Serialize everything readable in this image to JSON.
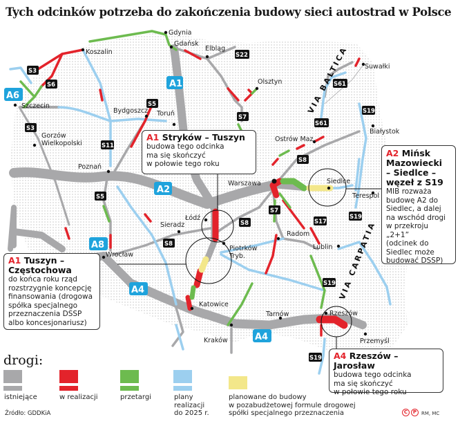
{
  "title": "Tych odcinków potrzeba do zakończenia budowy sieci autostrad w Polsce",
  "colors": {
    "existing": "#a8a8aa",
    "in_progress": "#e3232b",
    "tenders": "#6dbb4f",
    "planned_2025": "#9ccfef",
    "planned_special": "#f3e78a",
    "badge_autostrada": "#1fa3dc",
    "badge_s": "#111111"
  },
  "road_badges": {
    "a1": "A1",
    "a2": "A2",
    "a4_west": "A4",
    "a4_east": "A4",
    "a6": "A6",
    "a8": "A8",
    "s3_north": "S3",
    "s3_south": "S3",
    "s5_north": "S5",
    "s5_south": "S5",
    "s6": "S6",
    "s7_north": "S7",
    "s7_south": "S7",
    "s8_west": "S8",
    "s8_center": "S8",
    "s8_east": "S8",
    "s11": "S11",
    "s17": "S17",
    "s19_north": "S19",
    "s19_mid": "S19",
    "s19_south": "S19",
    "s19_bottom": "S19",
    "s22": "S22",
    "s61_north": "S61",
    "s61_south": "S61"
  },
  "cities": {
    "gdynia": "Gdynia",
    "gdansk": "Gdańsk",
    "elblag": "Elbląg",
    "koszalin": "Koszalin",
    "olsztyn": "Olsztyn",
    "suwalki": "Suwałki",
    "szczecin": "Szczecin",
    "bydgoszcz": "Bydgoszcz",
    "torun": "Toruń",
    "gorzow": "Gorzów",
    "gorzow2": "Wielkopolski",
    "bialystok": "Białystok",
    "ostrow": "Ostrów Maz.",
    "poznan": "Poznań",
    "warszawa": "Warszawa",
    "siedlce": "Siedlce",
    "terespol": "Terespol",
    "lodz": "Łódź",
    "sieradz": "Sieradz",
    "radom": "Radom",
    "piotrkow": "Piotrków",
    "piotrkow2": "Tryb.",
    "lublin": "Lublin",
    "wroclaw": "Wrocław",
    "katowice": "Katowice",
    "tarnow": "Tarnów",
    "krakow": "Kraków",
    "rzeszow": "Rzeszów",
    "przemysl": "Przemyśl"
  },
  "corridors": {
    "via_baltica": "VIA BALTICA",
    "via_carpatia": "VIA CARPATIA"
  },
  "callouts": {
    "a1_strykow": {
      "code": "A1",
      "title": " Stryków – Tuszyn",
      "text": [
        "budowa tego odcinka",
        "ma się skończyć",
        "w połowie tego roku"
      ]
    },
    "a2_minsk": {
      "code": "A2",
      "title": [
        " Mińsk",
        "Mazowiecki",
        "– Siedlce –",
        "węzeł z S19"
      ],
      "text": [
        "MIB rozważa",
        "budowę A2 do",
        "Siedlec, a dalej",
        "na wschód drogi",
        "w przekroju „2+1”",
        "(odcinek do",
        "Siedlec może",
        "budować DSSP)"
      ]
    },
    "a1_tuszyn": {
      "code": "A1",
      "title": [
        " Tuszyn –",
        "Częstochowa"
      ],
      "text": [
        "do końca roku rząd",
        "rozstrzygnie koncepcję",
        "finansowania (drogowa",
        "spółka specjalnego",
        "przeznaczenia DSSP",
        "albo koncesjonariusz)"
      ]
    },
    "a4_rzeszow": {
      "code": "A4",
      "title": " Rzeszów – Jarosław",
      "text": [
        "budowa tego odcinka",
        "ma się skończyć",
        "w połowie tego roku"
      ]
    }
  },
  "legend": {
    "title": "drogi:",
    "items": [
      {
        "label": [
          "istniejące"
        ],
        "color": "#a8a8aa"
      },
      {
        "label": [
          "w realizacji"
        ],
        "color": "#e3232b"
      },
      {
        "label": [
          "przetargi"
        ],
        "color": "#6dbb4f"
      },
      {
        "label": [
          "plany",
          "realizacji",
          "do 2025 r."
        ],
        "color": "#9ccfef"
      },
      {
        "label": [
          "planowane do budowy",
          "w pozabudżetowej formule drogowej",
          "spółki specjalnego przeznaczenia"
        ],
        "color": "#f3e78a"
      }
    ]
  },
  "source": "Źródło: GDDKiA",
  "credit": "RM, MC",
  "credit_icons": [
    "C",
    "P"
  ]
}
